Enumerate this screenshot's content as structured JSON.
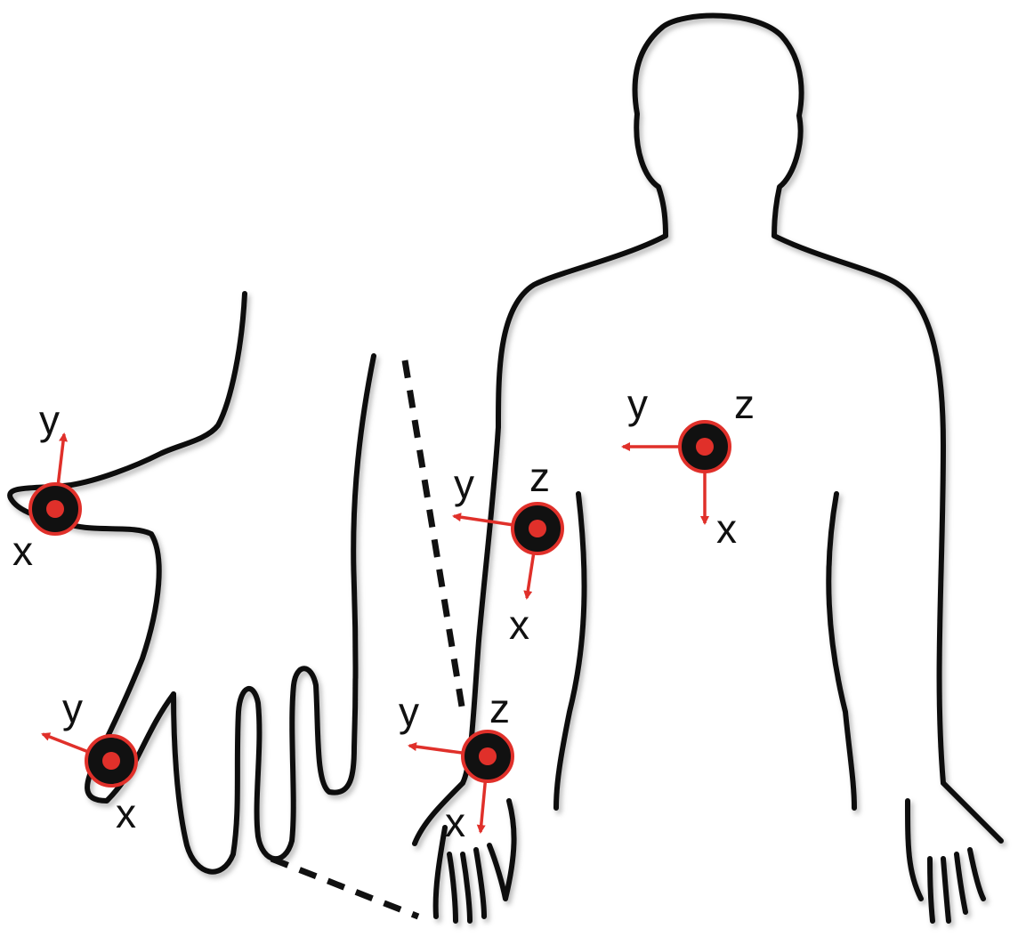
{
  "colors": {
    "outline": "#111111",
    "sensor_ring": "#e0302a",
    "sensor_body": "#111111",
    "sensor_center": "#e0302a",
    "axis_arrow": "#e0302a",
    "background": "#ffffff"
  },
  "sensors": [
    {
      "id": "chest",
      "labels": {
        "y": "y",
        "z": "z",
        "x": "x"
      }
    },
    {
      "id": "upper-arm",
      "labels": {
        "y": "y",
        "z": "z",
        "x": "x"
      }
    },
    {
      "id": "wrist",
      "labels": {
        "y": "y",
        "z": "z",
        "x": "x"
      }
    },
    {
      "id": "thumb",
      "labels": {
        "y": "y",
        "x": "x"
      }
    },
    {
      "id": "finger",
      "labels": {
        "y": "y",
        "x": "x"
      }
    }
  ]
}
